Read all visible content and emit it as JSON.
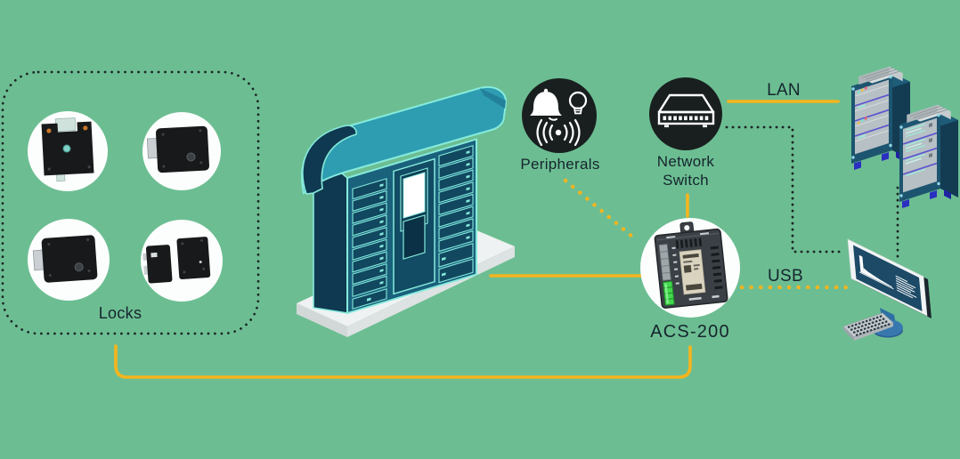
{
  "scene": {
    "type": "system-architecture-diagram",
    "background_color": "#6CBE92",
    "accent_color": "#F7B41D",
    "text_color": "#16242E",
    "icon_circle_color": "#191F1F"
  },
  "locks_group": {
    "label": "Locks",
    "lock_count": 4,
    "border_style": "dotted-rounded-rectangle"
  },
  "nodes": {
    "locker_cabinet": {
      "kind": "smart-locker-kiosk-illustration"
    },
    "peripherals": {
      "label": "Peripherals",
      "icons": [
        "bell-icon",
        "lightbulb-icon",
        "signal-waves-icon"
      ]
    },
    "network_switch": {
      "label": "Network Switch",
      "icons": [
        "network-switch-icon"
      ]
    },
    "controller": {
      "label": "ACS-200"
    },
    "servers": {
      "kind": "server-cabinets-illustration"
    },
    "workstation": {
      "kind": "desktop-computer-illustration"
    }
  },
  "connections": {
    "lan": {
      "label": "LAN",
      "from": "network_switch",
      "to": "servers",
      "style": "solid-yellow"
    },
    "usb": {
      "label": "USB",
      "from": "controller",
      "to": "workstation",
      "style": "dotted-yellow"
    },
    "locks_to_controller": {
      "from": "locks_group",
      "to": "controller",
      "style": "solid-yellow"
    },
    "locker_to_controller": {
      "from": "locker_cabinet",
      "to": "controller",
      "style": "solid-yellow"
    },
    "switch_to_controller": {
      "from": "network_switch",
      "to": "controller",
      "style": "solid-yellow"
    },
    "peripherals_to_controller": {
      "from": "peripherals",
      "to": "controller",
      "style": "dotted-yellow"
    },
    "switch_to_workstation": {
      "from": "network_switch",
      "to": "workstation",
      "style": "dotted-black"
    },
    "servers_to_workstation": {
      "from": "servers",
      "to": "workstation",
      "style": "dotted-black"
    }
  }
}
